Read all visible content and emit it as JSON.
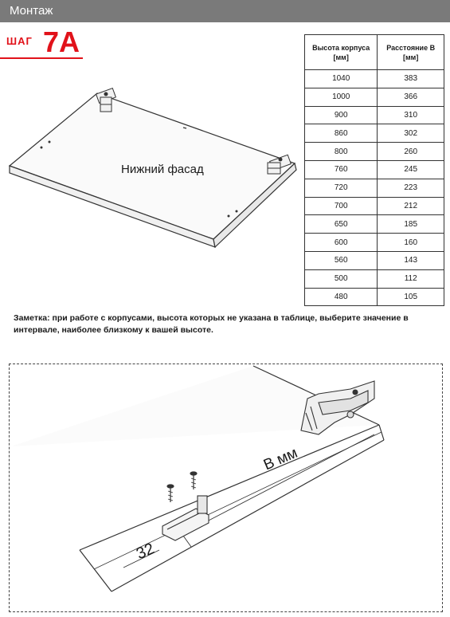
{
  "header": {
    "title": "Монтаж"
  },
  "step": {
    "word": "ШАГ",
    "number": "7A"
  },
  "figure_top": {
    "label": "Нижний фасад"
  },
  "table": {
    "headers": [
      "Высота корпуса [мм]",
      "Расстояние B [мм]"
    ],
    "rows": [
      [
        "1040",
        "383"
      ],
      [
        "1000",
        "366"
      ],
      [
        "900",
        "310"
      ],
      [
        "860",
        "302"
      ],
      [
        "800",
        "260"
      ],
      [
        "760",
        "245"
      ],
      [
        "720",
        "223"
      ],
      [
        "700",
        "212"
      ],
      [
        "650",
        "185"
      ],
      [
        "600",
        "160"
      ],
      [
        "560",
        "143"
      ],
      [
        "500",
        "112"
      ],
      [
        "480",
        "105"
      ]
    ]
  },
  "note": "Заметка: при работе с корпусами, высота которых не указана в таблице, выберите значение в интервале,  наиболее близкому к вашей высоте.",
  "figure_bottom": {
    "dimension_label": "B мм",
    "offset_label": "32"
  },
  "colors": {
    "header_bg": "#7a7a7a",
    "accent": "#e1121a"
  }
}
